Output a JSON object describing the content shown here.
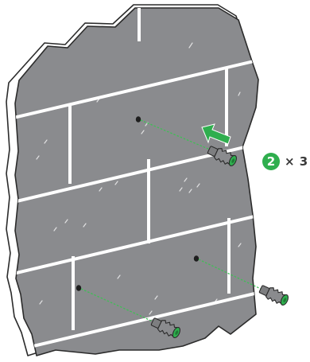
{
  "step": {
    "number": "2",
    "quantity_text": "× 3"
  },
  "colors": {
    "wall_fill": "#8a8b8e",
    "wall_shadow": "#6d6e71",
    "mortar": "#ffffff",
    "outline": "#2b2b2b",
    "accent_green": "#2fae4e",
    "anchor_fill": "#7d7e80",
    "guide_line": "#3fbf55"
  },
  "icons": {
    "step_badge": "numbered-circle",
    "direction": "arrow-left-icon",
    "fastener": "wall-anchor-plug-icon"
  }
}
